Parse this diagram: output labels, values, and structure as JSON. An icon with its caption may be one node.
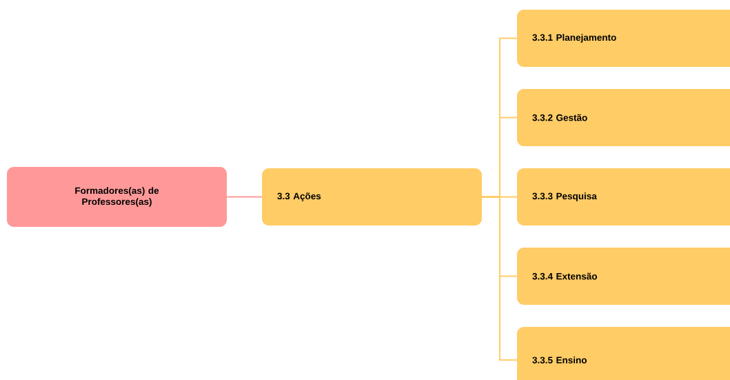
{
  "diagram": {
    "nodes": [
      {
        "text": [
          "Formadores(as) de Professores(as)"
        ]
      },
      {
        "text": [
          "3.3 Ações"
        ]
      },
      {
        "text": [
          "3.3.1 Planejamento"
        ]
      },
      {
        "text": [
          "3.3.2 Gestão"
        ]
      },
      {
        "text": [
          "3.3.3 Pesquisa"
        ]
      },
      {
        "text": [
          "3.3.4 Extensão"
        ]
      },
      {
        "text": [
          "3.3.5 Ensino"
        ]
      }
    ],
    "edges": [
      {
        "from": 0,
        "to": 1,
        "arrow": "none",
        "color": "#ff9999"
      },
      {
        "from": 1,
        "to": 2,
        "arrow": "none"
      },
      {
        "from": 1,
        "to": 3,
        "arrow": "none"
      },
      {
        "from": 1,
        "to": 4,
        "arrow": "none"
      },
      {
        "from": 1,
        "to": 5,
        "arrow": "none"
      },
      {
        "from": 1,
        "to": 6,
        "arrow": "none"
      }
    ]
  }
}
